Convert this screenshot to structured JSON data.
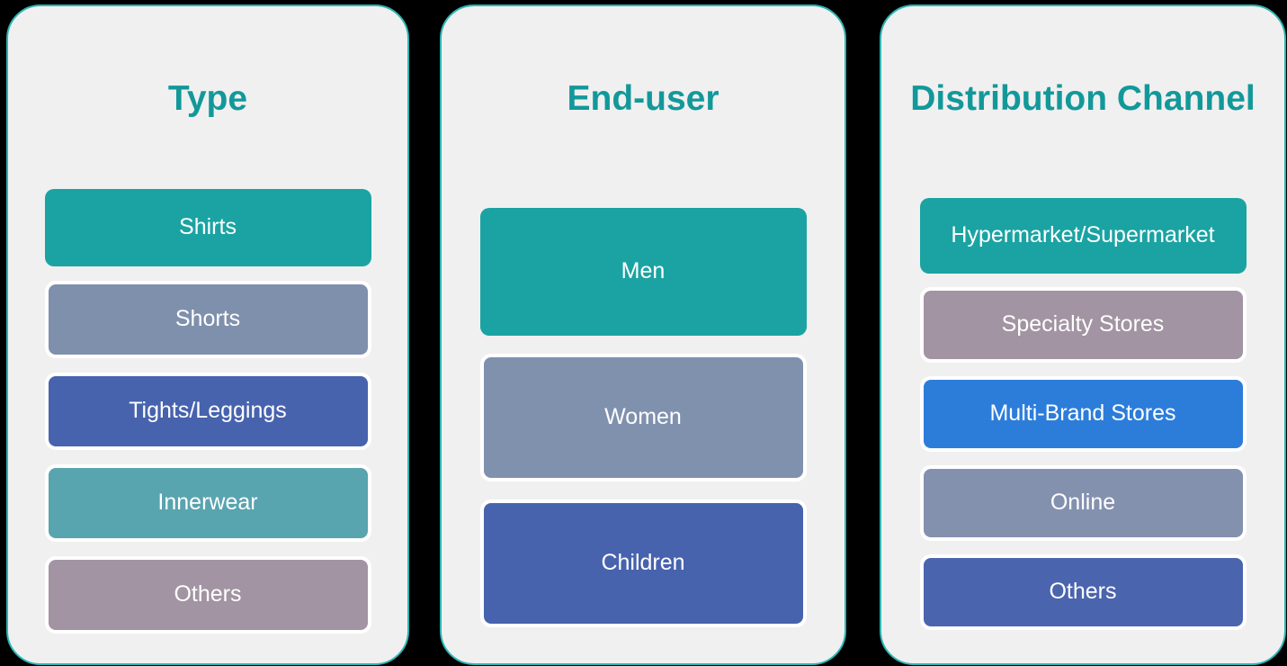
{
  "canvas": {
    "background_color": "#000000"
  },
  "panel_style": {
    "fill_color": "#F0F0F1",
    "border_color": "#2EB5B2",
    "title_color": "#13989A",
    "item_text_color": "#FFFFFF"
  },
  "panels": [
    {
      "title": "Type",
      "items": [
        {
          "label": "Shirts",
          "color": "#1BA3A3"
        },
        {
          "label": "Shorts",
          "color": "#7F90AD"
        },
        {
          "label": "Tights/Leggings",
          "color": "#4763AE"
        },
        {
          "label": "Innerwear",
          "color": "#58A4AF"
        },
        {
          "label": "Others",
          "color": "#A294A2"
        }
      ]
    },
    {
      "title": "End-user",
      "items": [
        {
          "label": "Men",
          "color": "#1BA3A3"
        },
        {
          "label": "Women",
          "color": "#8091AE"
        },
        {
          "label": "Children",
          "color": "#4763AE"
        }
      ]
    },
    {
      "title": "Distribution Channel",
      "items": [
        {
          "label": "Hypermarket/Supermarket",
          "color": "#1BA3A3"
        },
        {
          "label": "Specialty Stores",
          "color": "#A294A2"
        },
        {
          "label": "Multi-Brand Stores",
          "color": "#2C7DDA"
        },
        {
          "label": "Online",
          "color": "#8491AE"
        },
        {
          "label": "Others",
          "color": "#4B64AE"
        }
      ]
    }
  ]
}
